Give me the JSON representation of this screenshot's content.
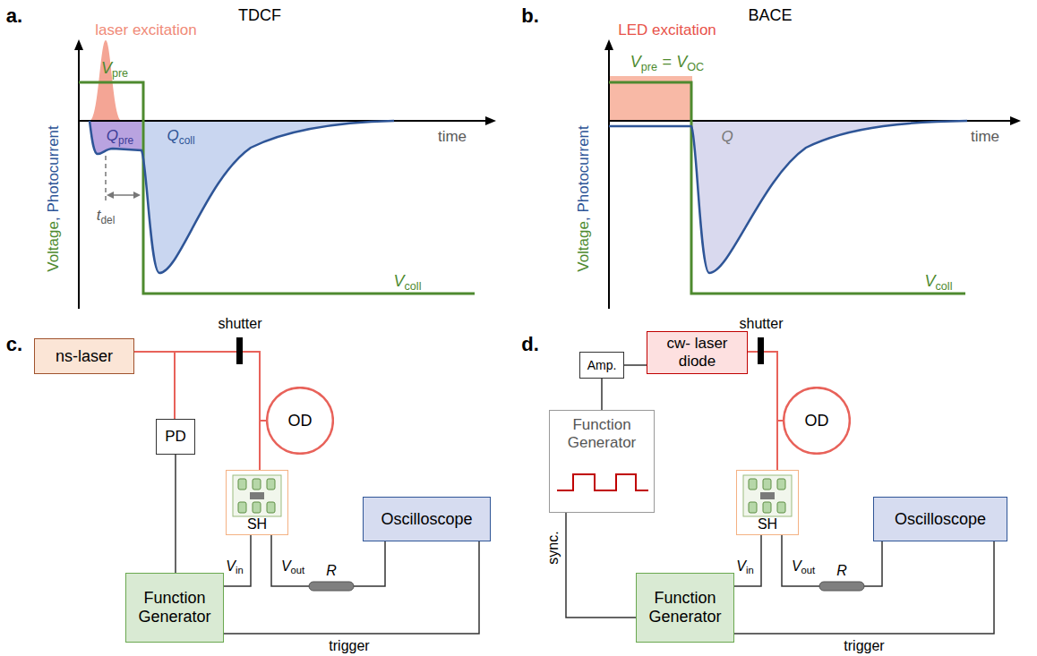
{
  "diagram": {
    "nodes": [
      {
        "text": [
          "ns-laser"
        ]
      },
      {
        "text": [
          "PD"
        ]
      },
      {
        "text": [
          "OD"
        ]
      },
      {
        "text": [
          "SH"
        ]
      },
      {
        "text": [
          "Function Generator"
        ]
      },
      {
        "text": [
          "Oscilloscope"
        ]
      },
      {
        "text": [
          "Amp."
        ]
      },
      {
        "text": [
          "cw- laser diode"
        ]
      },
      {
        "text": [
          "Function Generator"
        ]
      },
      {
        "text": [
          "OD"
        ]
      },
      {
        "text": [
          "SH"
        ]
      },
      {
        "text": [
          "Function Generator"
        ]
      },
      {
        "text": [
          "Oscilloscope"
        ]
      }
    ],
    "edges": [
      {
        "from": 0,
        "to": 2,
        "arrow": "none"
      },
      {
        "from": 2,
        "to": 3,
        "arrow": "none"
      },
      {
        "from": 0,
        "to": 1,
        "arrow": "none"
      },
      {
        "from": 1,
        "to": 4,
        "arrow": "none"
      },
      {
        "from": 4,
        "to": 3,
        "arrow": "none"
      },
      {
        "from": 3,
        "to": 5,
        "arrow": "none"
      },
      {
        "from": 4,
        "to": 5,
        "label": "trigger",
        "arrow": "none"
      },
      {
        "from": 8,
        "to": 6,
        "arrow": "none"
      },
      {
        "from": 6,
        "to": 7,
        "arrow": "none"
      },
      {
        "from": 7,
        "to": 9,
        "arrow": "none"
      },
      {
        "from": 9,
        "to": 10,
        "arrow": "none"
      },
      {
        "from": 8,
        "to": 11,
        "label": "sync.",
        "arrow": "none"
      },
      {
        "from": 11,
        "to": 10,
        "arrow": "none"
      },
      {
        "from": 10,
        "to": 12,
        "arrow": "none"
      },
      {
        "from": 11,
        "to": 12,
        "label": "trigger",
        "arrow": "none"
      }
    ],
    "labels": [
      "a.",
      "TDCF",
      "laser excitation",
      "V",
      "pre",
      "Q",
      "pre",
      "Q",
      "coll",
      "time",
      "Voltage",
      ", Photocurrent",
      "t",
      "del",
      "V",
      "coll",
      "b.",
      "BACE",
      "LED excitation",
      "V",
      "pre",
      "=",
      "V",
      "OC",
      "Q",
      "time",
      "Voltage",
      ", Photocurrent",
      "V",
      "coll",
      "c.",
      "shutter",
      "V",
      "in",
      "V",
      "out",
      "R",
      "d.",
      "shutter",
      "V",
      "in",
      "V",
      "out",
      "R"
    ]
  }
}
